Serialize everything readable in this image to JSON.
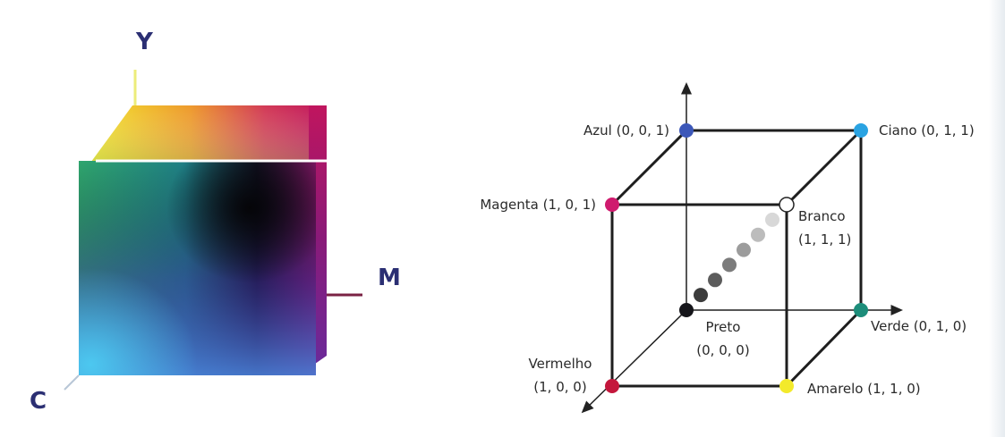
{
  "cmy_cube": {
    "axis_labels": {
      "y": "Y",
      "m": "M",
      "c": "C"
    },
    "colors": {
      "yellow": "#f6ef2a",
      "magenta": "#c21a66",
      "cyan": "#33b4e6",
      "black": "#0a0a12",
      "green": "#2e9b6a",
      "blue": "#3a2a8c"
    }
  },
  "rgb_cube": {
    "vertices": {
      "azul": {
        "label": "Azul (0, 0, 1)",
        "color": "#3c57b8"
      },
      "ciano": {
        "label": "Ciano (0, 1, 1)",
        "color": "#2aa3e2"
      },
      "magenta": {
        "label": "Magenta (1, 0, 1)",
        "color": "#cf1a6e"
      },
      "branco": {
        "label_line1": "Branco",
        "label_line2": "(1, 1, 1)",
        "color": "#ffffff"
      },
      "preto": {
        "label_line1": "Preto",
        "label_line2": "(0, 0, 0)",
        "color": "#15151a"
      },
      "verde": {
        "label": "Verde (0, 1, 0)",
        "color": "#1d8d7a"
      },
      "vermelho": {
        "label_line1": "Vermelho",
        "label_line2": "(1, 0, 0)",
        "color": "#c4173c"
      },
      "amarelo": {
        "label": "Amarelo (1, 1, 0)",
        "color": "#f3ea2b"
      }
    },
    "gray_diagonal_colors": [
      "#3c3c3c",
      "#5c5c5c",
      "#7c7c7c",
      "#9c9c9c",
      "#bcbcbc",
      "#d8d8d8"
    ]
  }
}
